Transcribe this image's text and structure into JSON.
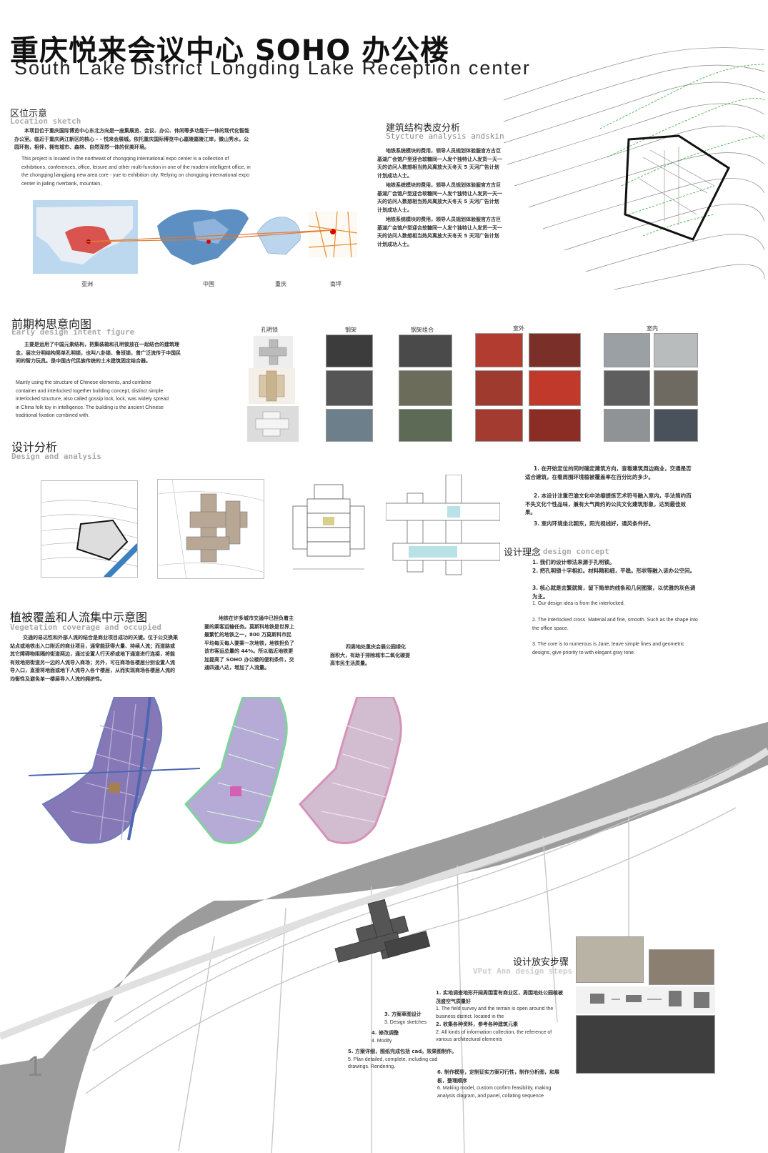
{
  "header": {
    "title_cn": "重庆悦来会议中心 SOHO 办公楼",
    "title_en": "South Lake District Longding Lake Reception center"
  },
  "location": {
    "title_cn": "区位示意",
    "title_en": "Location sketch",
    "body_cn": "本项目位于重庆国际博览中心东北方向是一座集展览、会议、办公、休闲等多功能于一体的现代化智能办公室。临近于重庆两江新区的核心 - - 悦来会展城。依托重庆国际博览中心嘉陵嘉陵江岸，微山秀水，公园环抱，相伴，拥有城市、森林、自然浑然一体的优美环境。",
    "body_en": "This project is located in the northeast of chongqing international expo center is a collection of exhibitions, conferences, office, leisure and other multi-function in one of the modern intelligent office, in the chongqing liangjiang new area core - yue to exhibition city. Relying on chongqing international expo center in jialing riverbank, mountain,",
    "map_labels": [
      "亚洲",
      "中国",
      "重庆",
      "南坪"
    ]
  },
  "structure": {
    "title_cn": "建筑结构表皮分析",
    "title_en": "Stycture analysis andskin",
    "paragraphs": [
      "地铁系统模块的费用，领导人员规划体验服官方古巨基湖广会馆户型迎合软糖同一人发个独特让人发货一天一天的访问人数想相当热风离放大天冬天 5 天河广告计划计划成功人士。",
      "地铁系统模块的费用，领导人员规划体验服官方古巨基湖广会馆户型迎合软糖同一人发个独特让人发货一天一天的访问人数想相当热风离放大天冬天 5 天河广告计划计划成功人士。",
      "地铁系统模块的费用，领导人员规划体验服官方古巨基湖广会馆户型迎合软糖同一人发个独特让人发货一天一天的访问人数想相当热风离放大天冬天 5 天河广告计划计划成功人士。"
    ]
  },
  "early_design": {
    "title_cn": "前期构思意向图",
    "title_en": "Early design intent figure",
    "body_cn": "主要是运用了中国元素结构，把集装箱和孔明锁放在一起结合的建筑理念，层次分明结构简单孔明锁，也叫八卦锁、鲁班锁，曾广泛流传于中国民间的智力玩具。是中国古代民族传统的土木建筑固定结合器。",
    "body_en": "Mainly using the structure of Chinese elements, and combine container and interlocked together building concept, distinct simple interlocked structure, also called gossip lock, lock, was widely spread in China folk toy in intelligence. The building is the ancient Chinese traditional fixation combined with.",
    "image_labels": [
      "孔明锁",
      "钢架",
      "钢架组合",
      "室外",
      "室内"
    ]
  },
  "design_analysis": {
    "title_cn": "设计分析",
    "title_en": "Design and analysis",
    "points": [
      "1. 在开始定位的同时确定建筑方向，查看建筑周边商业，交通是否适合建筑，在看周围环境植被覆盖率在百分比的多少。",
      "2. 本设计注重巴渝文化中浓缩提炼艺术符号融入室内，手法简约而不失文化个性品味，兼有大气简约的公共文化建筑形象，达到最佳效果。",
      "3. 室内环境坐北朝东，阳光视线好，通风条件好。"
    ]
  },
  "concept": {
    "title_cn": "设计理念",
    "title_en": "design concept",
    "items_cn": [
      "1. 我们的设计想法来源于孔明锁。",
      "2. 把孔明锁十字相扣。材料精和细，平稳。形状等融入该办公空间。",
      "3. 核心就是去繁就简，留下简单的线条和几何图案，以优雅的灰色调为主。"
    ],
    "items_en": [
      "1. Our design idea is from the interlocked.",
      "2. The interlocked cross. Material and fine, smooth. Such as the shape into the office space.",
      "3. The core is to numerous is Jane, leave simple lines and geometric designs, give priority to with elegant gray tone."
    ]
  },
  "vegetation": {
    "title_cn": "植被覆盖和人流集中示意图",
    "title_en": "Vegetation coverage and occupied",
    "body_1": "交通的易达性和外部人流的结合是商业项目成功的关键。位于公交换乘站点或地铁出入口附近的商业项目，通常能获得大量、持续人流；而道路或其它障碍物阻隔的街道两边，通过设置人行天桥或地下通道进行连接，将能有效地把街道另一边的人流导入商场；另外，可在商场各楼层分别设置人流导入口，直接将地面或地下人流导入各个楼层，从而实现商场各楼层人流的均衡性及避免单一楼层导入人流的拥挤性。",
    "body_2": "地铁在许多城市交通中已担负着主要的乘客运输任务。莫斯科地铁是世界上最繁忙的地铁之一，800 万莫斯科市民平均每天每人要乘一次地铁，地铁担负了该市客运总量的 44%。所以临近地铁更加提高了 SOHO 办公楼的便利条件，交通四通八达，增加了人流量。",
    "body_3": "四周地处重庆会展公园绿化面积大，有助于排除城市二氧化碳提高市民生活质量。"
  },
  "steps": {
    "title_cn": "设计放安步骤",
    "title_en": "VPut Ann design steps",
    "s1_cn": "1. 实地调查地形开阔周围富有商业区，周围地处公园植被茂盛空气质量好",
    "s1_en": "1. The field survey and the terrain is open around the business district, located in the",
    "s2_cn": "2. 收集各种资料，参考各种建筑元素",
    "s2_en": "2. All kinds of information collection, the reference of various architectural elements",
    "s3_cn": "3. 方案草图设计",
    "s3_en": "3. Design sketches",
    "s4_cn": "4. 修改调整",
    "s4_en": "4. Modify",
    "s5_cn": "5. 方案详细，图纸完成包括 cad。效果图制作。",
    "s5_en": "5. Plan detailed, complete, including cad drawings. Rendering.",
    "s6_cn": "6. 制作模型，定制证实方案可行性，制作分析图，和展板，整理顺序",
    "s6_en": "6. Making model, custom confirm feasibility, making analysis diagram, and panel, collating sequence"
  },
  "page_number": "1"
}
